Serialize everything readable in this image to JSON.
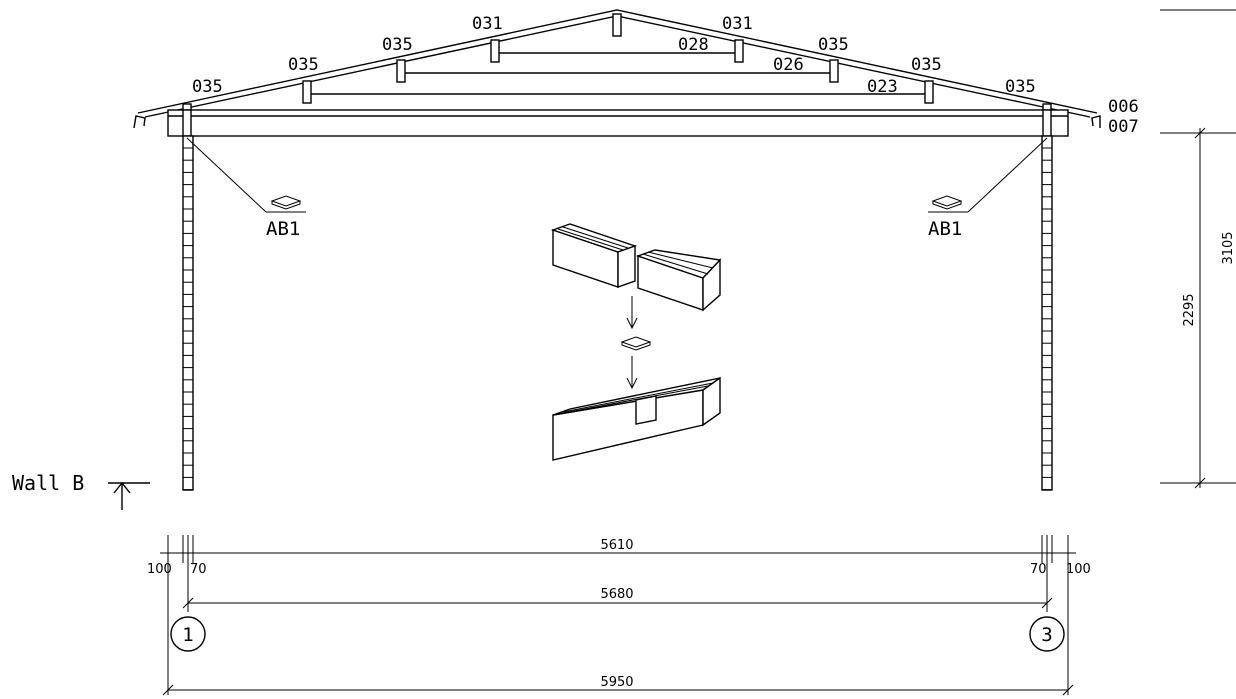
{
  "parts": {
    "p035_a": "035",
    "p035_b": "035",
    "p035_c": "035",
    "p031_l": "031",
    "p031_r": "031",
    "p028": "028",
    "p035_d": "035",
    "p026": "026",
    "p035_e": "035",
    "p023": "023",
    "p035_f": "035",
    "p006": "006",
    "p007": "007"
  },
  "anchors": {
    "left": "AB1",
    "right": "AB1"
  },
  "wall": {
    "label": "Wall B"
  },
  "dims": {
    "d5610": "5610",
    "d5680": "5680",
    "d5950": "5950",
    "d100l": "100",
    "d70l": "70",
    "d70r": "70",
    "d100r": "100",
    "v2295": "2295",
    "v3105": "3105"
  },
  "axes": {
    "a1": "1",
    "a3": "3"
  }
}
